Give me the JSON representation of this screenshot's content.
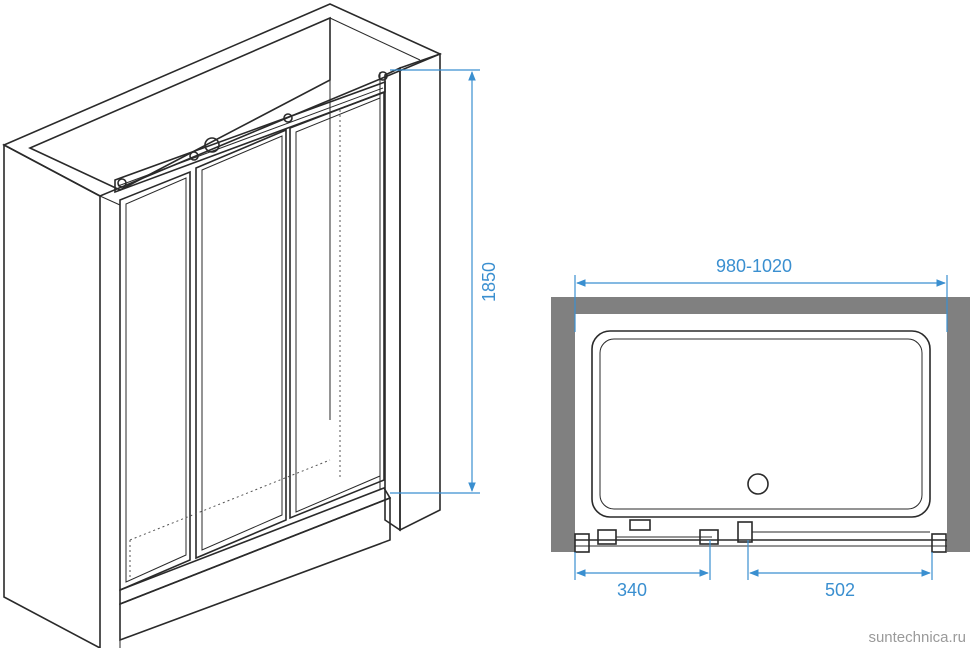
{
  "dimensions": {
    "height": "1850",
    "width_range": "980-1020",
    "left_panel": "340",
    "right_panel": "502"
  },
  "watermark": "suntechnica.ru",
  "colors": {
    "dimension": "#3a8fd0",
    "line": "#2a2a2a",
    "wall": "#808080",
    "watermark": "#9a9a9a"
  },
  "icons": {
    "arrow": "dimension-arrow-icon",
    "drain": "drain-icon"
  }
}
